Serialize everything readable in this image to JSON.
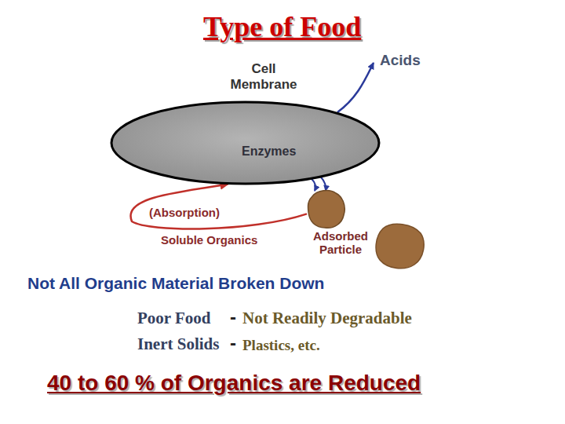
{
  "diagram": {
    "title": "Type of Food",
    "nodes": [
      {
        "text": [
          "Cell Membrane",
          "Enzymes"
        ]
      },
      {
        "text": [
          "Adsorbed Particle"
        ]
      }
    ],
    "edges": [
      {
        "from": 0,
        "to": 1,
        "arrow": "to"
      },
      {
        "from": 0,
        "to": 1,
        "arrow": "to"
      },
      {
        "from": 1,
        "to": 0,
        "arrow": "to"
      }
    ],
    "labels": [
      "Acids",
      "(Absorption)",
      "Soluble Organics",
      "Not All Organic Material Broken Down",
      "Poor Food",
      "-",
      "Not Readily Degradable",
      "Inert Solids",
      "-",
      "Plastics, etc.",
      "40 to 60 % of Organics are Reduced"
    ]
  }
}
